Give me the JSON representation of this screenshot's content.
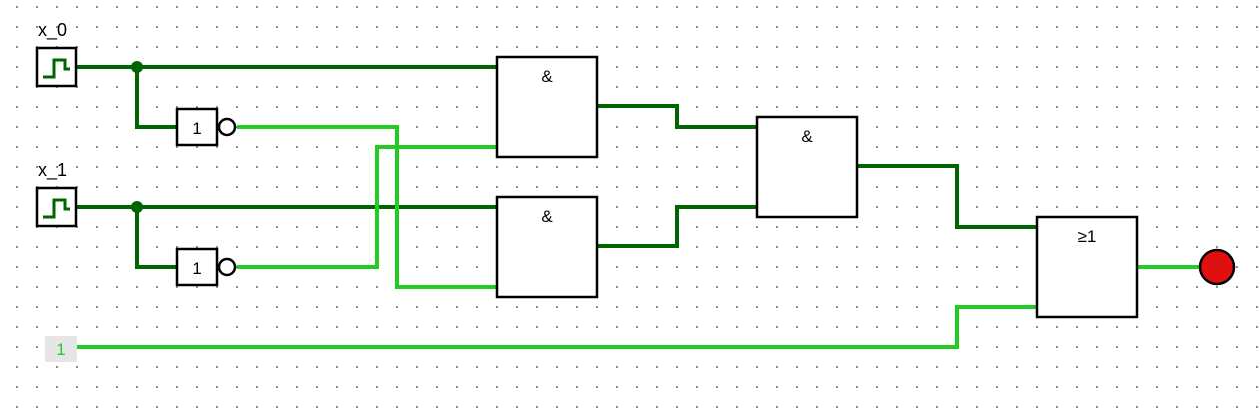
{
  "circuit": {
    "inputs": [
      {
        "label": "x_0"
      },
      {
        "label": "x_1"
      }
    ],
    "not_gates": [
      {
        "symbol": "1"
      },
      {
        "symbol": "1"
      }
    ],
    "and_gates": [
      {
        "symbol": "&"
      },
      {
        "symbol": "&"
      },
      {
        "symbol": "&"
      }
    ],
    "or_gate": {
      "symbol": "≥1"
    },
    "constant": {
      "value": "1"
    },
    "output_led": {
      "state": "on"
    }
  },
  "colors": {
    "wire_low": "#006400",
    "wire_high": "#22cc22",
    "led_on": "#e01010",
    "grid_dot": "#8a8a8a",
    "constant_bg": "#e6e6e6"
  }
}
